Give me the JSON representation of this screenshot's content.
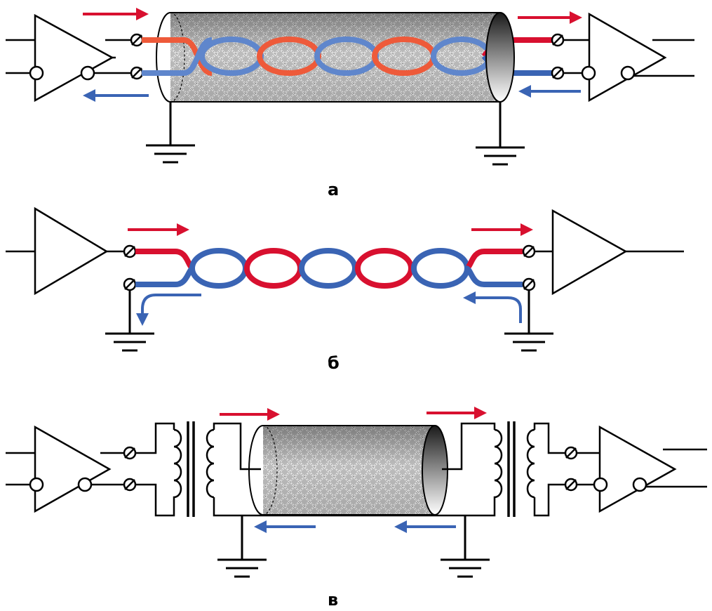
{
  "panels": [
    {
      "id": "a",
      "caption": "а"
    },
    {
      "id": "b",
      "caption": "б"
    },
    {
      "id": "c",
      "caption": "в"
    }
  ],
  "colors": {
    "wire_red": "#d8102f",
    "wire_red_light": "#ee5a3a",
    "wire_blue": "#3a64b4",
    "wire_blue_light": "#5f86cc",
    "line": "#000000",
    "shield_fill": "#c8c8c8",
    "shield_mesh": "#6a6a6a",
    "background": "#ffffff"
  },
  "icons": {
    "amplifier": "triangle-amplifier-icon",
    "terminal": "screw-terminal-icon",
    "ground": "ground-symbol-icon",
    "transformer": "transformer-coil-icon",
    "shield": "braided-shield-icon",
    "arrow": "current-direction-arrow-icon"
  }
}
